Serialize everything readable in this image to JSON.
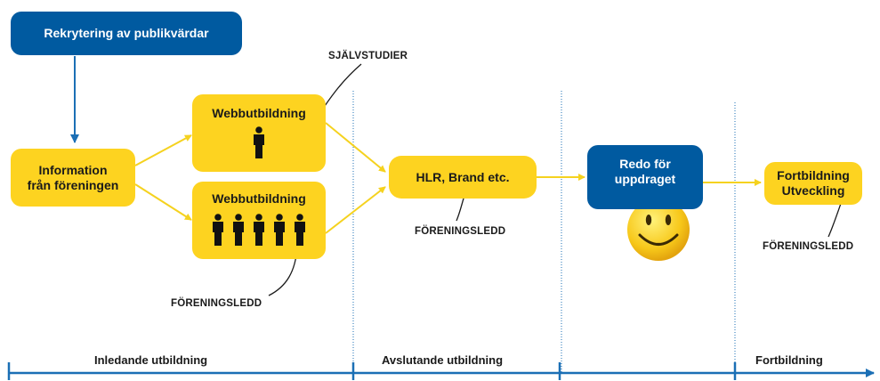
{
  "boxes": {
    "rekrytering": "Rekrytering av publikvärdar",
    "information_line1": "Information",
    "information_line2": "från föreningen",
    "webb_single": "Webbutbildning",
    "webb_group": "Webbutbildning",
    "hlr": "HLR, Brand etc.",
    "redo_line1": "Redo för",
    "redo_line2": "uppdraget",
    "fortbildning_line1": "Fortbildning",
    "fortbildning_line2": "Utveckling"
  },
  "annotations": {
    "sjalvstudier": "SJÄLVSTUDIER",
    "foreningsledd_left": "FÖRENINGSLEDD",
    "foreningsledd_mid": "FÖRENINGSLEDD",
    "foreningsledd_right": "FÖRENINGSLEDD"
  },
  "timeline": {
    "phase1": "Inledande utbildning",
    "phase2": "Avslutande utbildning",
    "phase3": "Fortbildning"
  },
  "icons": [
    "person-icon",
    "smiley-icon",
    "arrow-icon"
  ],
  "colors": {
    "yellow": "#fdd320",
    "blue": "#005aa0",
    "arrow_yellow": "#f5d21f",
    "timeline_blue": "#1b6fb5"
  }
}
